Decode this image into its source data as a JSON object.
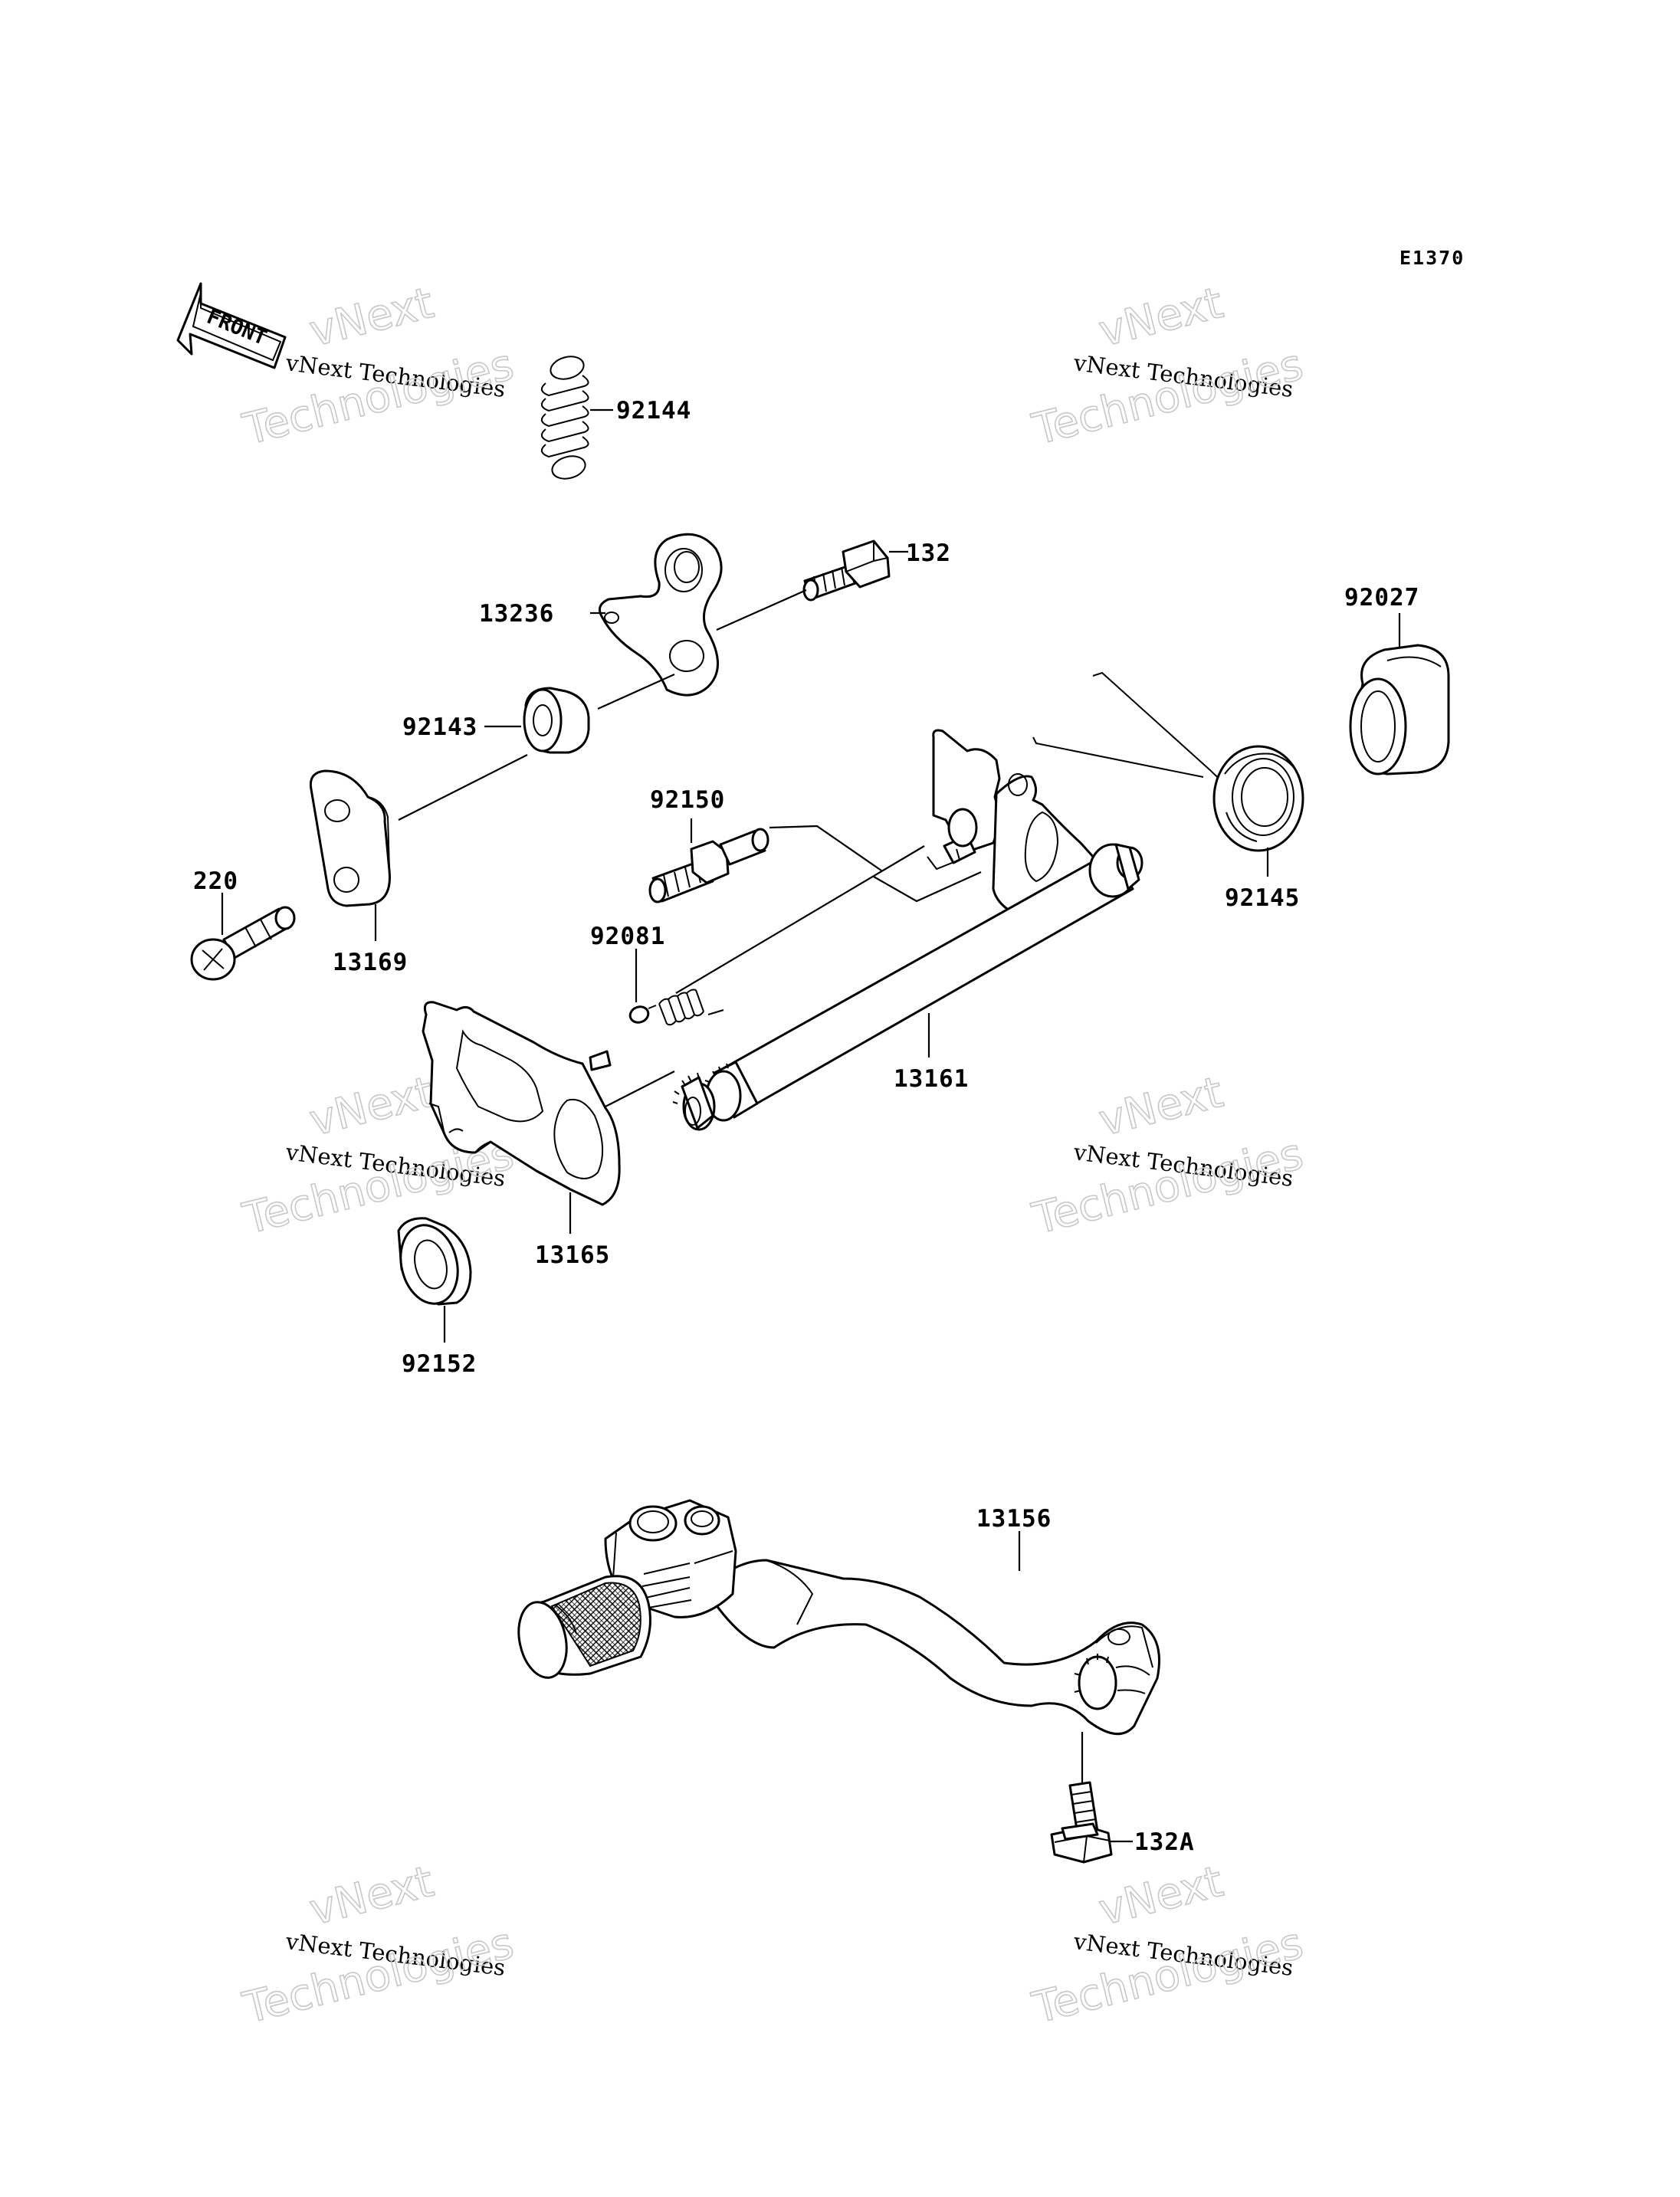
{
  "diagram": {
    "code": "E1370",
    "front_label": "FRONT",
    "watermark": {
      "line1": "vNext",
      "line2": "vNext Technologies",
      "line3": "Technologies"
    },
    "callouts": {
      "p92144": "92144",
      "p132": "132",
      "p13236": "13236",
      "p92027": "92027",
      "p92143": "92143",
      "p92150": "92150",
      "p220": "220",
      "p13169": "13169",
      "p92145": "92145",
      "p92081": "92081",
      "p13161": "13161",
      "p13165": "13165",
      "p92152": "92152",
      "p13156": "13156",
      "p132A": "132A"
    }
  }
}
